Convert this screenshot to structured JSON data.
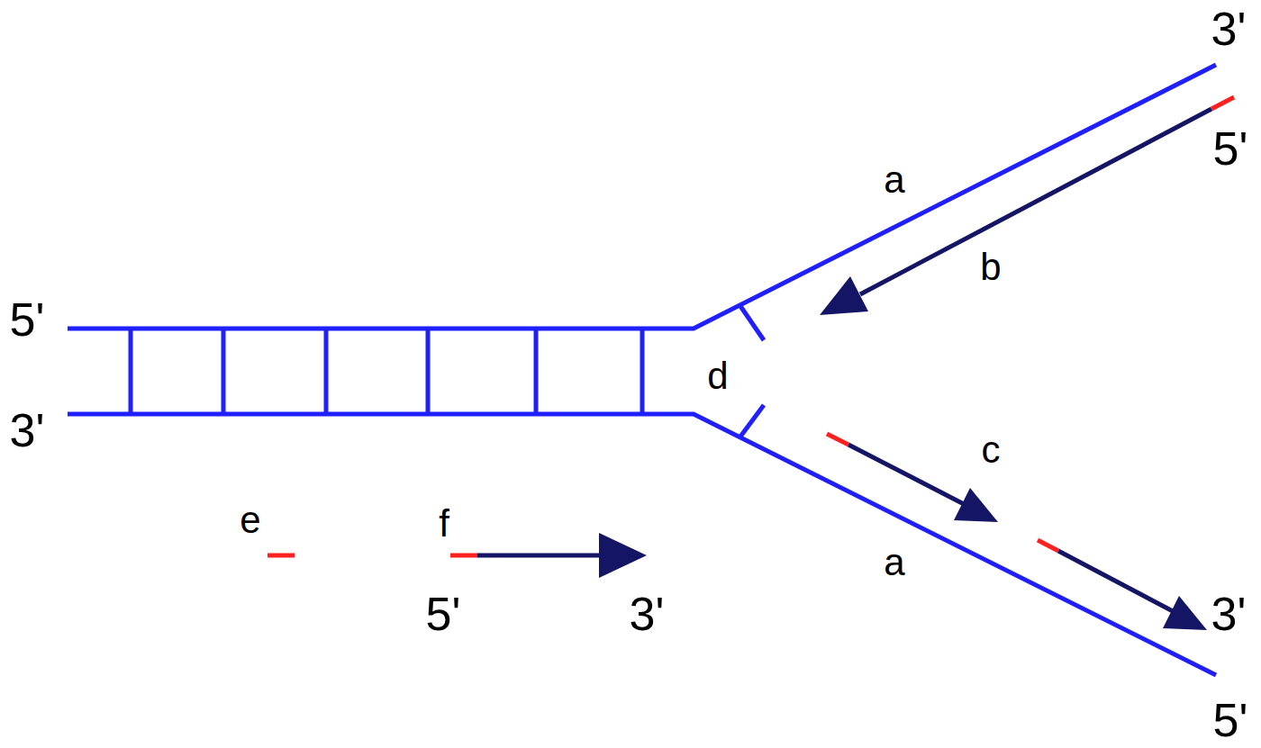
{
  "diagram": {
    "labels": [
      "3'",
      "5'",
      "a",
      "b",
      "5'",
      "d",
      "3'",
      "c",
      "e",
      "f",
      "a",
      "5'",
      "3'",
      "3'",
      "5'"
    ]
  }
}
